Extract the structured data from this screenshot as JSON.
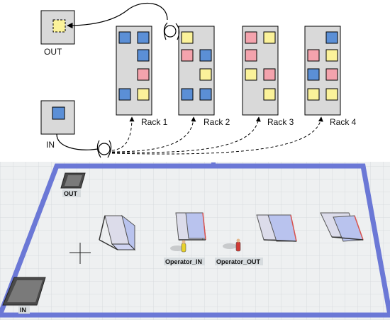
{
  "schematic": {
    "out_label": "OUT",
    "in_label": "IN",
    "racks": [
      {
        "label": "Rack 1",
        "cells": [
          [
            "blue",
            "blue"
          ],
          [
            "",
            "blue"
          ],
          [
            "",
            "pink"
          ],
          [
            "blue",
            "yellow"
          ]
        ]
      },
      {
        "label": "Rack 2",
        "cells": [
          [
            "yellow",
            ""
          ],
          [
            "pink",
            "blue"
          ],
          [
            "",
            "yellow"
          ],
          [
            "blue",
            "blue"
          ]
        ]
      },
      {
        "label": "Rack 3",
        "cells": [
          [
            "pink",
            "yellow"
          ],
          [
            "pink",
            ""
          ],
          [
            "yellow",
            "pink"
          ],
          [
            "",
            "yellow"
          ]
        ]
      },
      {
        "label": "Rack 4",
        "cells": [
          [
            "",
            "blue"
          ],
          [
            "pink",
            "yellow"
          ],
          [
            "blue",
            "pink"
          ],
          [
            "yellow",
            "yellow"
          ]
        ]
      }
    ]
  },
  "simulation": {
    "out_label": "OUT",
    "in_label": "IN",
    "operator_in_label": "Operator_IN",
    "operator_out_label": "Operator_OUT"
  },
  "colors": {
    "blue": "#5b8fd6",
    "pink": "#f4a3ad",
    "yellow": "#fbf29a",
    "box_fill": "#d9d9d9",
    "border": "#6b78d6",
    "floor": "#eef0f1"
  }
}
